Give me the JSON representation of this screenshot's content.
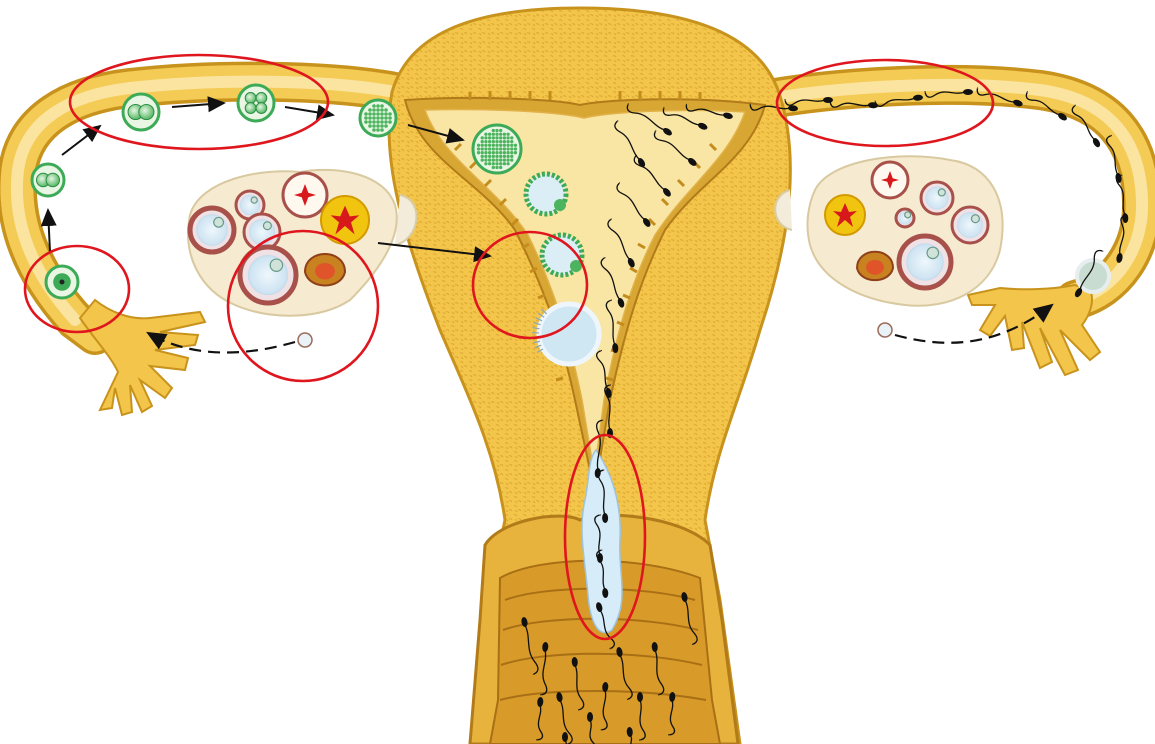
{
  "diagram": {
    "colors": {
      "tissue_fill": "#f3c64a",
      "tissue_light": "#f8dc86",
      "tissue_dark": "#c8931c",
      "cavity_fill": "#fae6a4",
      "fluid": "#d6ecf8",
      "embryo_green": "#3daa57",
      "embryo_light": "#c9ebc8",
      "follicle_rim": "#a8514b",
      "follicle_inner": "#dbecf5",
      "corpus_yellow": "#f1c40f",
      "highlight_red": "#e0161e",
      "sperm": "#111111",
      "arrow": "#111111"
    },
    "highlights": [
      {
        "id": "early-cleavage-stages"
      },
      {
        "id": "fertilization-site"
      },
      {
        "id": "ovulation-ovary"
      },
      {
        "id": "implantation-site"
      },
      {
        "id": "sperm-in-tube"
      },
      {
        "id": "cervical-canal"
      }
    ],
    "developmental_stages": [
      {
        "stage": "zygote"
      },
      {
        "stage": "2-cell"
      },
      {
        "stage": "2-cell"
      },
      {
        "stage": "4-cell"
      },
      {
        "stage": "morula"
      },
      {
        "stage": "morula"
      },
      {
        "stage": "blastocyst"
      },
      {
        "stage": "blastocyst"
      },
      {
        "stage": "implanting-blastocyst"
      }
    ]
  }
}
